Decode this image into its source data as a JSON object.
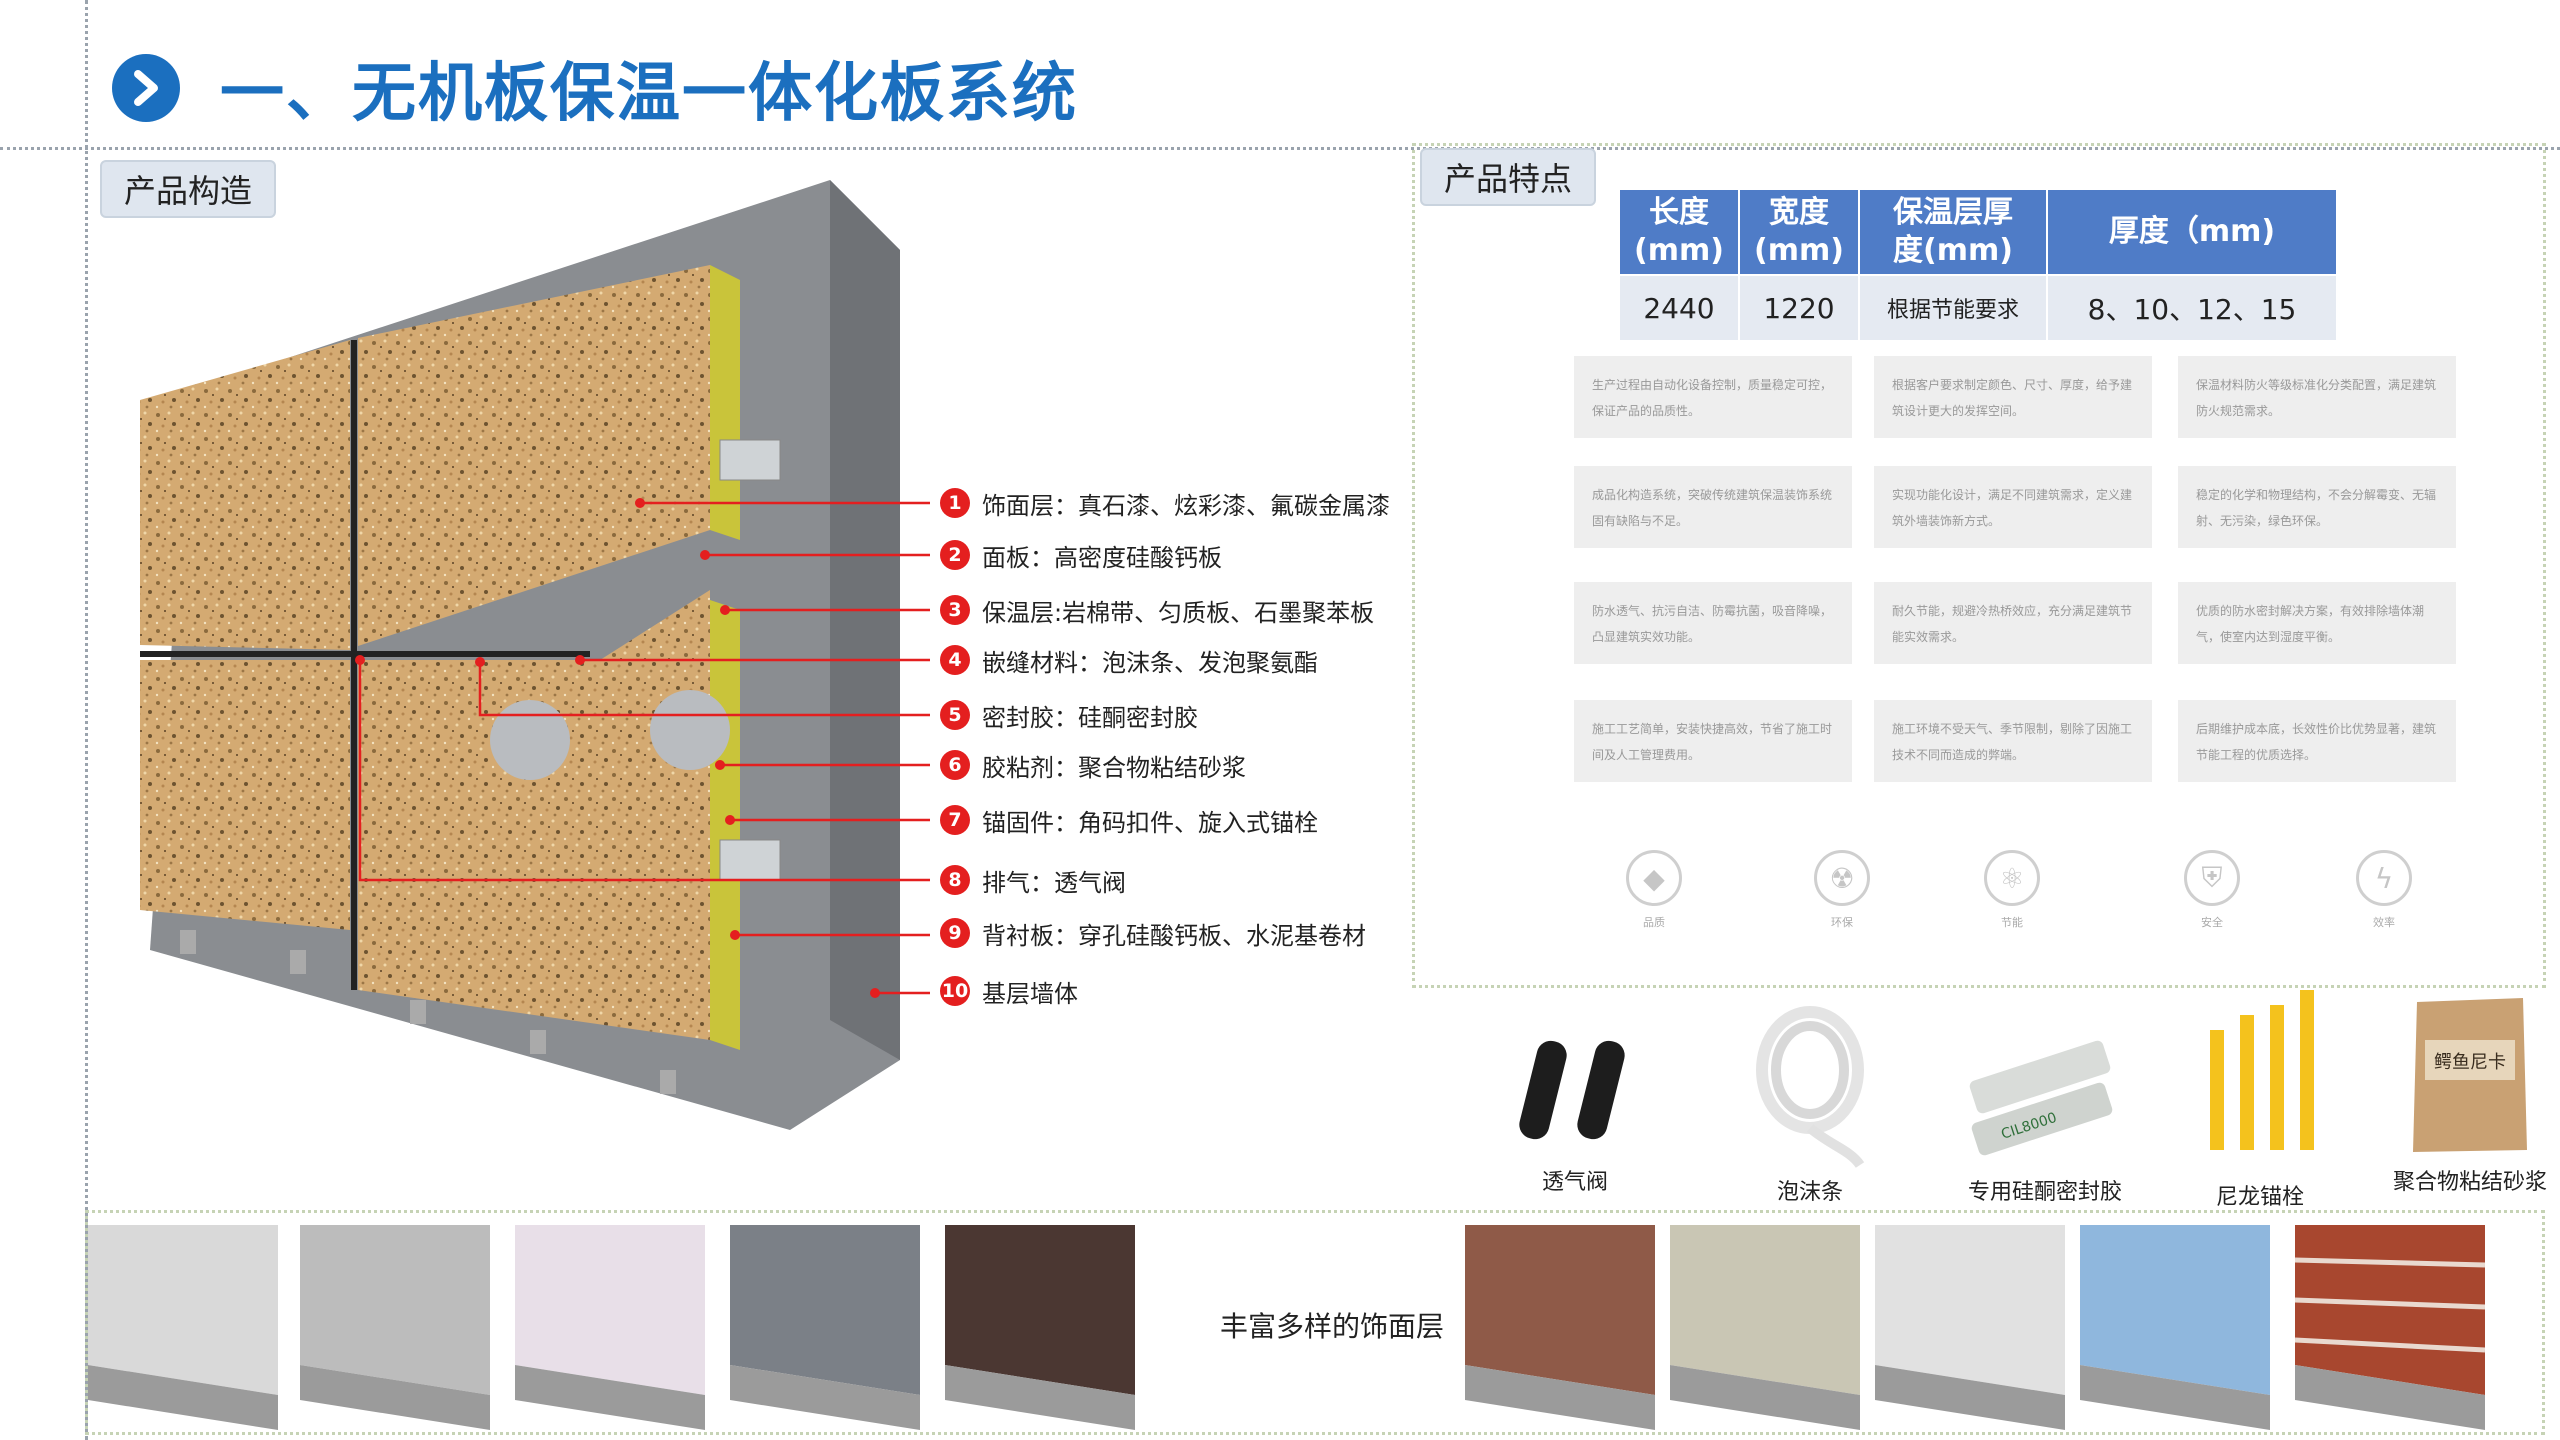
{
  "title": "一、无机板保温一体化板系统",
  "tags": {
    "structure": "产品构造",
    "features": "产品特点"
  },
  "layers": [
    {
      "num": "1",
      "text": "饰面层：真石漆、炫彩漆、氟碳金属漆"
    },
    {
      "num": "2",
      "text": "面板：高密度硅酸钙板"
    },
    {
      "num": "3",
      "text": "保温层:岩棉带、匀质板、石墨聚苯板"
    },
    {
      "num": "4",
      "text": "嵌缝材料：泡沫条、发泡聚氨酯"
    },
    {
      "num": "5",
      "text": "密封胶：硅酮密封胶"
    },
    {
      "num": "6",
      "text": "胶粘剂：聚合物粘结砂浆"
    },
    {
      "num": "7",
      "text": "锚固件：角码扣件、旋入式锚栓"
    },
    {
      "num": "8",
      "text": "排气：透气阀"
    },
    {
      "num": "9",
      "text": "背衬板：穿孔硅酸钙板、水泥基卷材"
    },
    {
      "num": "10",
      "text": "基层墙体"
    }
  ],
  "spec_table": {
    "headers": [
      "长度\n(mm)",
      "宽度\n(mm)",
      "保温层厚\n度(mm)",
      "厚度（mm)"
    ],
    "row": [
      "2440",
      "1220",
      "根据节能要求",
      "8、10、12、15"
    ]
  },
  "feature_cards": [
    "生产过程由自动化设备控制，质量稳定可控，保证产品的品质性。",
    "根据客户要求制定颜色、尺寸、厚度，给予建筑设计更大的发挥空间。",
    "保温材料防火等级标准化分类配置，满足建筑防火规范需求。",
    "成品化构造系统，突破传统建筑保温装饰系统固有缺陷与不足。",
    "实现功能化设计，满足不同建筑需求，定义建筑外墙装饰新方式。",
    "稳定的化学和物理结构，不会分解霉变、无辐射、无污染，绿色环保。",
    "防水透气、抗污自洁、防霉抗菌，吸音降噪，凸显建筑实效功能。",
    "耐久节能，规避冷热桥效应，充分满足建筑节能实效需求。",
    "优质的防水密封解决方案，有效排除墙体潮气，使室内达到湿度平衡。",
    "施工工艺简单，安装快捷高效，节省了施工时间及人工管理费用。",
    "施工环境不受天气、季节限制，剔除了因施工技术不同而造成的弊端。",
    "后期维护成本底，长效性价比优势显著，建筑节能工程的优质选择。"
  ],
  "feature_icons": [
    {
      "name": "diamond-icon",
      "label": "品质",
      "glyph": "◆"
    },
    {
      "name": "radiation-icon",
      "label": "环保",
      "glyph": "☢"
    },
    {
      "name": "atom-icon",
      "label": "节能",
      "glyph": "⚛"
    },
    {
      "name": "shield-icon",
      "label": "安全",
      "glyph": "⛨"
    },
    {
      "name": "lightning-icon",
      "label": "效率",
      "glyph": "ϟ"
    }
  ],
  "accessories": [
    {
      "label": "透气阀"
    },
    {
      "label": "泡沫条"
    },
    {
      "label": "专用硅酮密封胶"
    },
    {
      "label": "尼龙锚栓"
    },
    {
      "label": "聚合物粘结砂浆"
    }
  ],
  "sealant_print": "CIL8000",
  "bag_print": "鳄鱼尼卡",
  "decor_label": "丰富多样的饰面层",
  "colors": {
    "brand_blue": "#1b6fbf",
    "table_header": "#4f7cc7",
    "callout_red": "#e41f1f",
    "insulation_yellow": "#c9c43a",
    "wall_gray": "#8a8d91"
  }
}
